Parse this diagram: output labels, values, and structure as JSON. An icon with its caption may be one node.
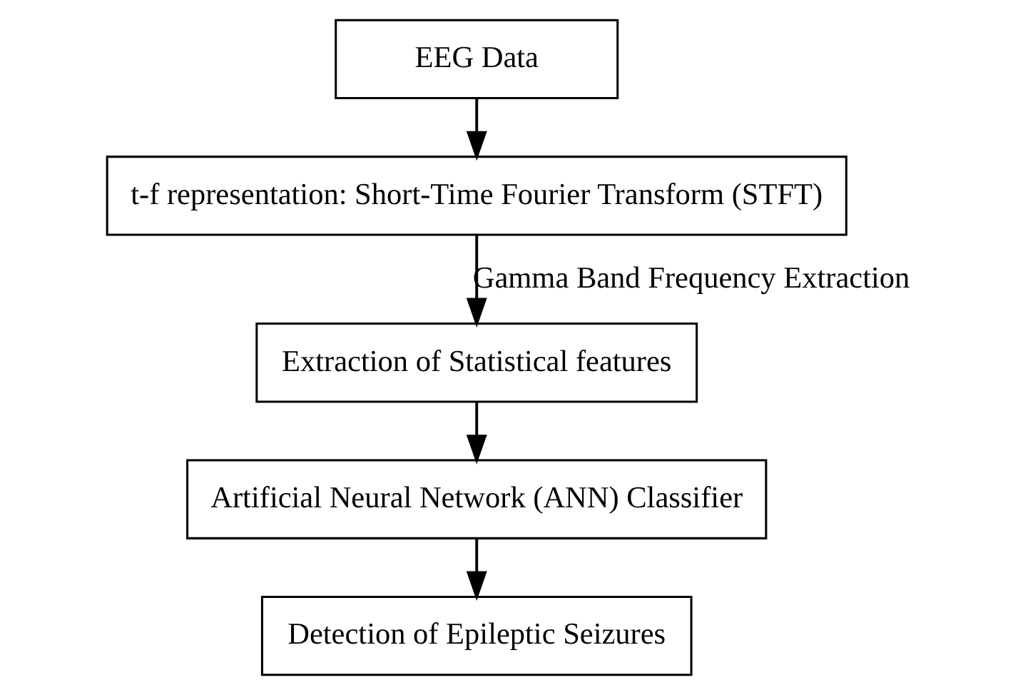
{
  "diagram": {
    "nodes": [
      {
        "text": [
          "EEG Data"
        ]
      },
      {
        "text": [
          "t-f representation: Short-Time Fourier Transform (STFT)"
        ]
      },
      {
        "text": [
          "Extraction of Statistical features"
        ]
      },
      {
        "text": [
          "Artificial Neural Network (ANN) Classifier"
        ]
      },
      {
        "text": [
          "Detection of Epileptic Seizures"
        ]
      }
    ],
    "edges": [
      {
        "from": 0,
        "to": 1,
        "arrow": "to"
      },
      {
        "from": 1,
        "to": 2,
        "arrow": "to",
        "label": "Gamma Band Frequency Extraction"
      },
      {
        "from": 2,
        "to": 3,
        "arrow": "to"
      },
      {
        "from": 3,
        "to": 4,
        "arrow": "to"
      }
    ]
  }
}
